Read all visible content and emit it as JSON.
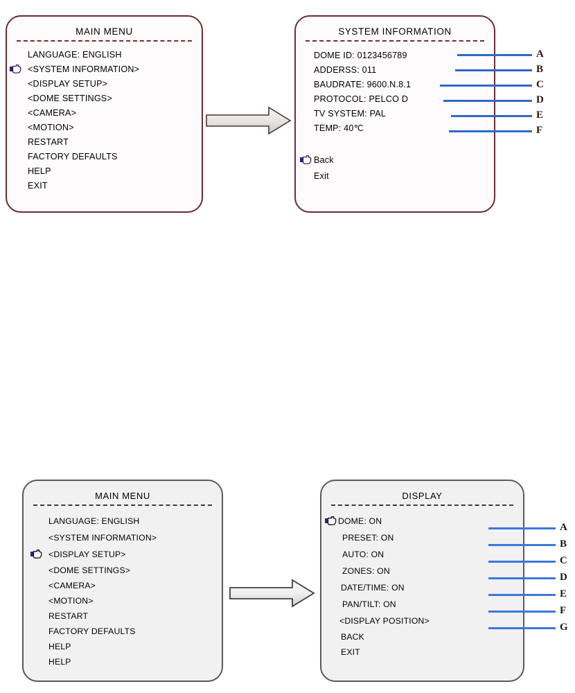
{
  "diagram": {
    "title_top_left": "MAIN MENU",
    "title_top_right": "SYSTEM INFORMATION",
    "title_bottom_left": "MAIN MENU",
    "title_bottom_right": "DISPLAY"
  },
  "top_main_menu": {
    "title": "MAIN MENU",
    "cursor_row_index": 1,
    "items": [
      {
        "label": "LANGUAGE: ENGLISH"
      },
      {
        "label": "<SYSTEM INFORMATION>"
      },
      {
        "label": "<DISPLAY SETUP>"
      },
      {
        "label": "<DOME SETTINGS>"
      },
      {
        "label": "<CAMERA>"
      },
      {
        "label": "<MOTION>"
      },
      {
        "label": "RESTART"
      },
      {
        "label": "FACTORY DEFAULTS"
      },
      {
        "label": "HELP"
      },
      {
        "label": "EXIT"
      }
    ]
  },
  "system_information": {
    "title": "SYSTEM INFORMATION",
    "cursor_row_index": 0,
    "fields": [
      {
        "label": "DOME ID: 0123456789",
        "callout": "A"
      },
      {
        "label": "ADDERSS: 011",
        "callout": "B"
      },
      {
        "label": "BAUDRATE: 9600.N.8.1",
        "callout": "C"
      },
      {
        "label": "PROTOCOL: PELCO D",
        "callout": "D"
      },
      {
        "label": "TV SYSTEM: PAL",
        "callout": "E"
      },
      {
        "label": "TEMP: 40℃",
        "callout": "F"
      }
    ],
    "actions": [
      {
        "label": "Back"
      },
      {
        "label": "Exit"
      }
    ]
  },
  "bottom_main_menu": {
    "title": "MAIN MENU",
    "cursor_row_index": 2,
    "items": [
      {
        "label": "LANGUAGE: ENGLISH"
      },
      {
        "label": "<SYSTEM INFORMATION>"
      },
      {
        "label": "<DISPLAY SETUP>"
      },
      {
        "label": "<DOME SETTINGS>"
      },
      {
        "label": "<CAMERA>"
      },
      {
        "label": "<MOTION>"
      },
      {
        "label": "RESTART"
      },
      {
        "label": "FACTORY DEFAULTS"
      },
      {
        "label": "HELP"
      },
      {
        "label": "HELP"
      }
    ]
  },
  "display_setup": {
    "title": "DISPLAY",
    "cursor_row_index": 0,
    "fields": [
      {
        "label": "DOME: ON",
        "callout": "A"
      },
      {
        "label": "PRESET: ON",
        "callout": "B"
      },
      {
        "label": "AUTO: ON",
        "callout": "C"
      },
      {
        "label": "ZONES: ON",
        "callout": "D"
      },
      {
        "label": "DATE/TIME: ON",
        "callout": "E"
      },
      {
        "label": "PAN/TILT: ON",
        "callout": "F"
      },
      {
        "label": "<DISPLAY POSITION>",
        "callout": "G"
      }
    ],
    "actions": [
      {
        "label": "BACK"
      },
      {
        "label": "EXIT"
      }
    ]
  },
  "icons": {
    "cursor": "pointing-hand-icon",
    "flow_top": "right-block-arrow-icon",
    "flow_bottom": "right-block-arrow-icon"
  },
  "colors": {
    "panel_border_top": "#6b2b33",
    "panel_border_bottom": "#595959",
    "leader_line": "#2f68c8",
    "title_rule_top": "#7a2a2a",
    "title_rule_bottom": "#3b3b3b",
    "panel_bg_top": "#fdfbfb",
    "panel_bg_bottom": "#f1f1f1"
  }
}
